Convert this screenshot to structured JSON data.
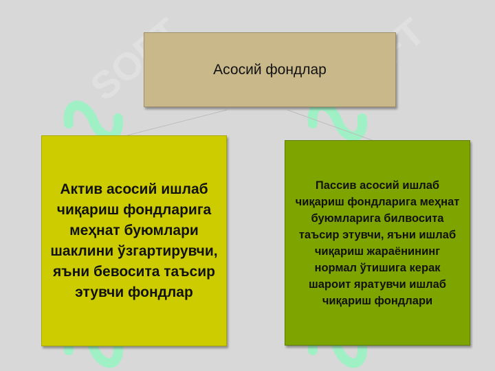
{
  "watermark": {
    "text": "SOFT",
    "color": "#e0e0e0",
    "logo_color": "#9ff0c4"
  },
  "diagram": {
    "root": {
      "label": "Асосий фондлар",
      "color": "#c8b88a"
    },
    "children": [
      {
        "label": "Актив асосий ишлаб чиқариш фондларига меҳнат буюмлари шаклини ўзгартирувчи, яъни бевосита таъсир этувчи фондлар",
        "color": "#cccc00"
      },
      {
        "label": "Пассив асосий ишлаб чиқариш фондларига меҳнат буюмларига билвосита таъсир этувчи, яъни ишлаб чиқариш жараёнининг нормал ўтишига керак шароит яратувчи ишлаб чиқариш фондлари",
        "color": "#7ea400"
      }
    ]
  }
}
